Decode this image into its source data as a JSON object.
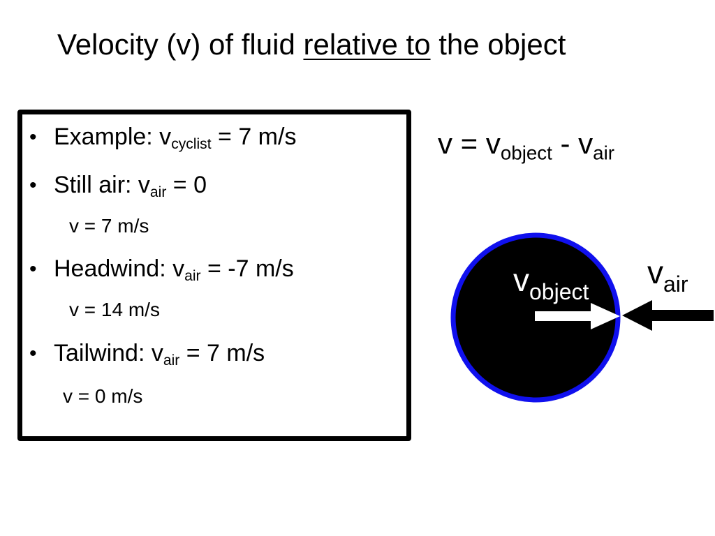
{
  "title": {
    "pre": "Velocity (v) of fluid ",
    "underlined": "relative to",
    "post": " the object"
  },
  "box": {
    "items": [
      {
        "bullet": "•",
        "pre": "Example: v",
        "sub": "cyclist",
        "post": " = 7 m/s",
        "result": ""
      },
      {
        "bullet": "•",
        "pre": "Still air: v",
        "sub": "air",
        "post": " = 0",
        "result": "v = 7 m/s"
      },
      {
        "bullet": "•",
        "pre": "Headwind: v",
        "sub": "air",
        "post": " = -7 m/s",
        "result": "v = 14 m/s"
      },
      {
        "bullet": "•",
        "pre": "Tailwind: v",
        "sub": "air",
        "post": " = 7 m/s",
        "result": "v = 0 m/s"
      }
    ]
  },
  "formula": {
    "lhs": "v = v",
    "sub1": "object",
    "mid": " - v",
    "sub2": "air"
  },
  "diagram": {
    "object_label": "v",
    "object_sub": "object",
    "air_label": "v",
    "air_sub": "air",
    "colors": {
      "circle_fill": "#000000",
      "circle_ring": "#1010ee",
      "object_arrow": "#ffffff",
      "air_arrow": "#000000"
    }
  }
}
